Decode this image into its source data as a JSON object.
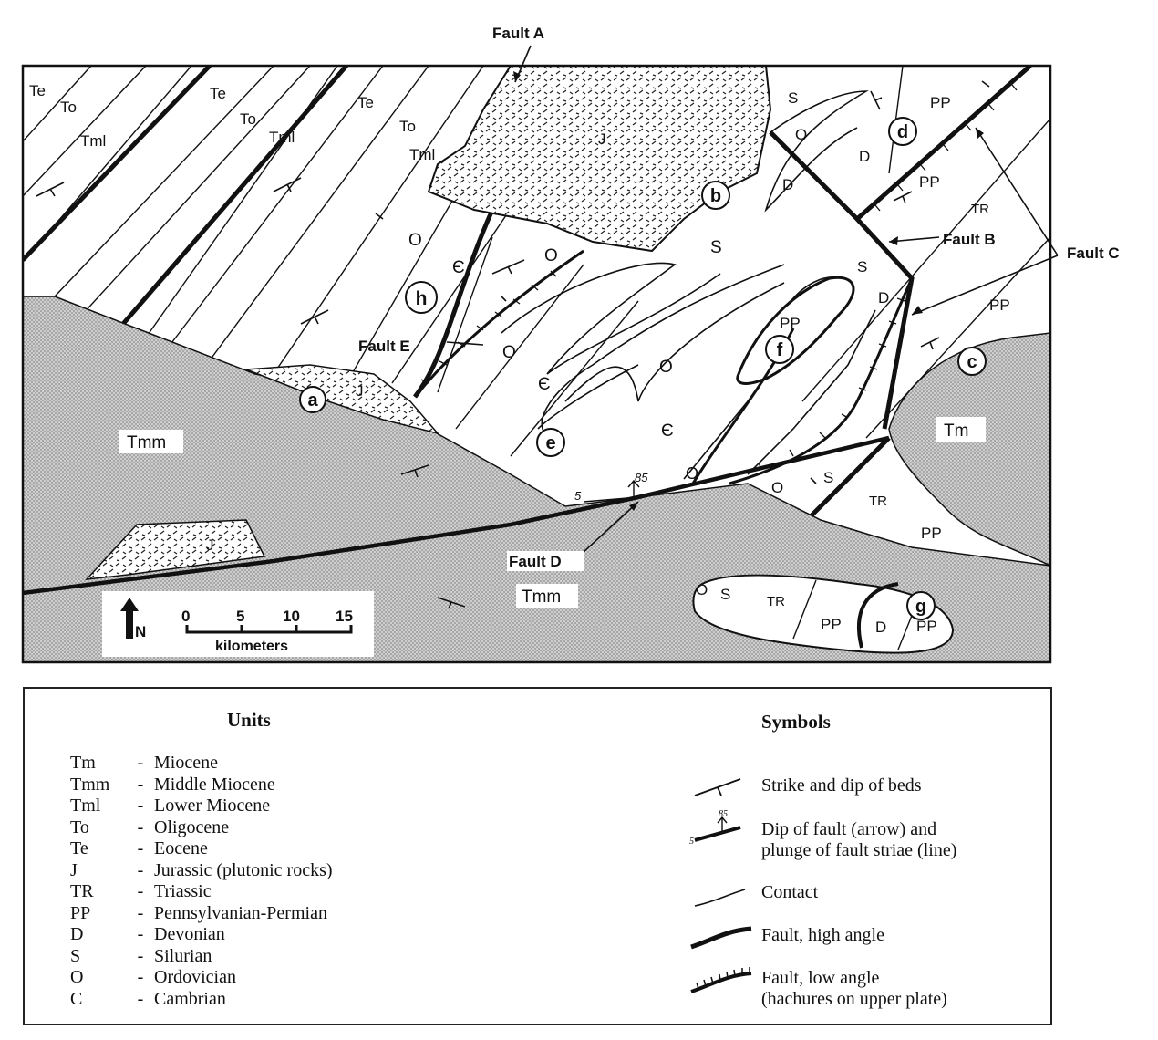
{
  "map": {
    "fault_labels": [
      "Fault A",
      "Fault B",
      "Fault C",
      "Fault D",
      "Fault E"
    ],
    "location_markers": [
      "a",
      "b",
      "c",
      "d",
      "e",
      "f",
      "g",
      "h"
    ],
    "unit_labels": {
      "te": "Te",
      "to": "To",
      "tml": "Tml",
      "tmm": "Tmm",
      "tm": "Tm",
      "j": "J",
      "s": "S",
      "o": "O",
      "d": "D",
      "pp": "PP",
      "tr": "TR",
      "c": "Є"
    },
    "dip_labels": {
      "strike": "5",
      "plunge": "85"
    },
    "scale_bar": {
      "ticks": [
        "0",
        "5",
        "10",
        "15"
      ],
      "unit": "kilometers"
    },
    "north_label": "N"
  },
  "legend": {
    "units_title": "Units",
    "symbols_title": "Symbols",
    "units": [
      {
        "code": "Tm",
        "name": "Miocene"
      },
      {
        "code": "Tmm",
        "name": "Middle Miocene"
      },
      {
        "code": "Tml",
        "name": "Lower Miocene"
      },
      {
        "code": "To",
        "name": "Oligocene"
      },
      {
        "code": "Te",
        "name": "Eocene"
      },
      {
        "code": "J",
        "name": "Jurassic (plutonic rocks)"
      },
      {
        "code": "TR",
        "name": "Triassic"
      },
      {
        "code": "PP",
        "name": "Pennsylvanian-Permian"
      },
      {
        "code": "D",
        "name": "Devonian"
      },
      {
        "code": "S",
        "name": "Silurian"
      },
      {
        "code": "O",
        "name": "Ordovician"
      },
      {
        "code": "C",
        "name": "Cambrian"
      }
    ],
    "symbols": [
      {
        "icon": "strike-dip-icon",
        "label": "Strike and dip of beds"
      },
      {
        "icon": "fault-dip-icon",
        "label": "Dip of fault (arrow) and",
        "label2": "plunge of fault striae (line)"
      },
      {
        "icon": "contact-icon",
        "label": "Contact"
      },
      {
        "icon": "high-angle-fault-icon",
        "label": "Fault, high angle"
      },
      {
        "icon": "low-angle-fault-icon",
        "label": "Fault, low angle",
        "label2": "(hachures on upper plate)"
      }
    ]
  }
}
